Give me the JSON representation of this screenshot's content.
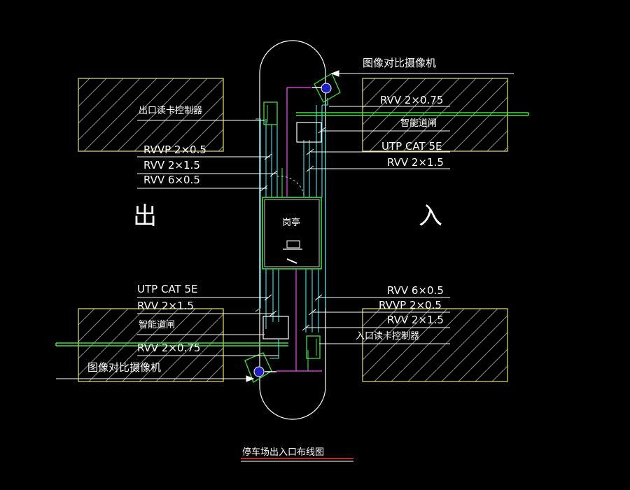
{
  "colors": {
    "background": "#000000",
    "island": "#ffffff",
    "hatch_border": "#e8e070",
    "hatch": "#9a9a9a",
    "cable_cyan": "#40e8e8",
    "cable_magenta": "#ff40ff",
    "cable_green": "#40e040",
    "underline": "#ff3030"
  },
  "labels": {
    "cam_top": "图像对比摄像机",
    "cable_rvv_075_top": "RVV 2×0.75",
    "gate_top": "智能道闸",
    "utp_top": "UTP CAT 5E",
    "rvv_15_top_right": "RVV 2×1.5",
    "exit_reader": "出口读卡控制器",
    "rvvp_top": "RVVP 2×0.5",
    "rvv_15_top_left": "RVV 2×1.5",
    "rvv_6_top": "RVV 6×0.5",
    "exit_char": "出",
    "entry_char": "入",
    "booth": "岗亭",
    "utp_bottom": "UTP CAT 5E",
    "rvv_15_bottom_left": "RVV 2×1.5",
    "gate_bottom": "智能道闸",
    "rvv_075_bottom": "RVV 2×0.75",
    "cam_bottom": "图像对比摄像机",
    "rvv_6_bottom": "RVV 6×0.5",
    "rvvp_bottom": "RVVP 2×0.5",
    "rvv_15_bottom_right": "RVV 2×1.5",
    "entry_reader": "入口读卡控制器",
    "title": "停车场出入口布线图"
  }
}
